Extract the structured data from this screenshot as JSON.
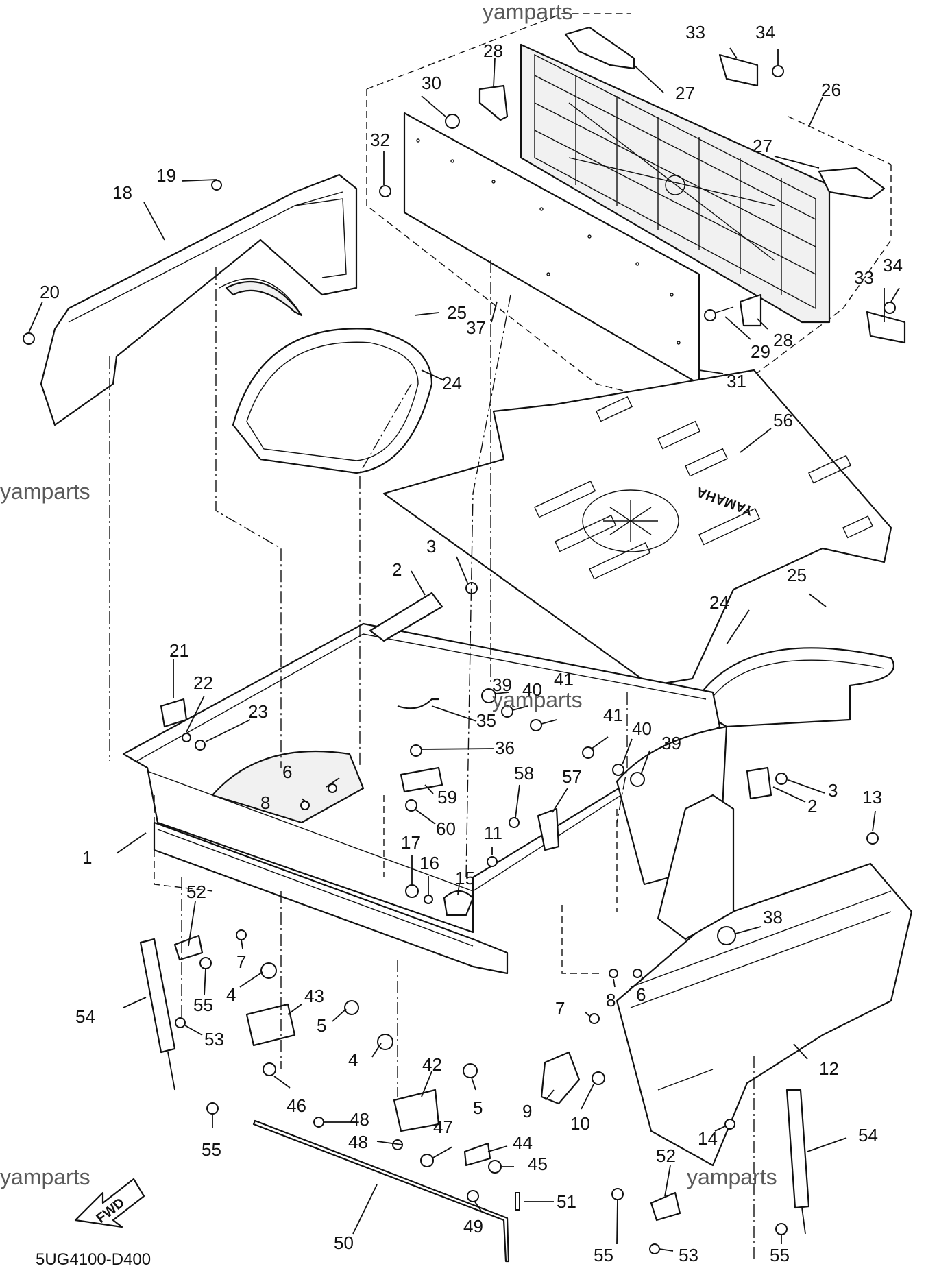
{
  "diagram": {
    "code": "5UG4100-D400",
    "fwd_label": "FWD",
    "brand_mark": "YAMAHA",
    "watermarks": [
      "yamparts",
      "yamparts",
      "yamparts",
      "yamparts",
      "yamparts"
    ],
    "callouts": [
      {
        "num": "1"
      },
      {
        "num": "2"
      },
      {
        "num": "2"
      },
      {
        "num": "3"
      },
      {
        "num": "3"
      },
      {
        "num": "4"
      },
      {
        "num": "4"
      },
      {
        "num": "5"
      },
      {
        "num": "5"
      },
      {
        "num": "6"
      },
      {
        "num": "6"
      },
      {
        "num": "7"
      },
      {
        "num": "7"
      },
      {
        "num": "8"
      },
      {
        "num": "8"
      },
      {
        "num": "9"
      },
      {
        "num": "10"
      },
      {
        "num": "11"
      },
      {
        "num": "12"
      },
      {
        "num": "13"
      },
      {
        "num": "14"
      },
      {
        "num": "15"
      },
      {
        "num": "16"
      },
      {
        "num": "17"
      },
      {
        "num": "18"
      },
      {
        "num": "19"
      },
      {
        "num": "20"
      },
      {
        "num": "21"
      },
      {
        "num": "22"
      },
      {
        "num": "23"
      },
      {
        "num": "24"
      },
      {
        "num": "24"
      },
      {
        "num": "25"
      },
      {
        "num": "25"
      },
      {
        "num": "26"
      },
      {
        "num": "27"
      },
      {
        "num": "27"
      },
      {
        "num": "28"
      },
      {
        "num": "28"
      },
      {
        "num": "29"
      },
      {
        "num": "30"
      },
      {
        "num": "31"
      },
      {
        "num": "32"
      },
      {
        "num": "33"
      },
      {
        "num": "33"
      },
      {
        "num": "34"
      },
      {
        "num": "34"
      },
      {
        "num": "35"
      },
      {
        "num": "36"
      },
      {
        "num": "37"
      },
      {
        "num": "38"
      },
      {
        "num": "39"
      },
      {
        "num": "39"
      },
      {
        "num": "40"
      },
      {
        "num": "40"
      },
      {
        "num": "41"
      },
      {
        "num": "41"
      },
      {
        "num": "42"
      },
      {
        "num": "43"
      },
      {
        "num": "44"
      },
      {
        "num": "45"
      },
      {
        "num": "46"
      },
      {
        "num": "47"
      },
      {
        "num": "48"
      },
      {
        "num": "48"
      },
      {
        "num": "49"
      },
      {
        "num": "50"
      },
      {
        "num": "51"
      },
      {
        "num": "52"
      },
      {
        "num": "52"
      },
      {
        "num": "53"
      },
      {
        "num": "53"
      },
      {
        "num": "54"
      },
      {
        "num": "54"
      },
      {
        "num": "55"
      },
      {
        "num": "55"
      },
      {
        "num": "55"
      },
      {
        "num": "55"
      },
      {
        "num": "56"
      },
      {
        "num": "57"
      },
      {
        "num": "58"
      },
      {
        "num": "59"
      },
      {
        "num": "60"
      }
    ]
  }
}
